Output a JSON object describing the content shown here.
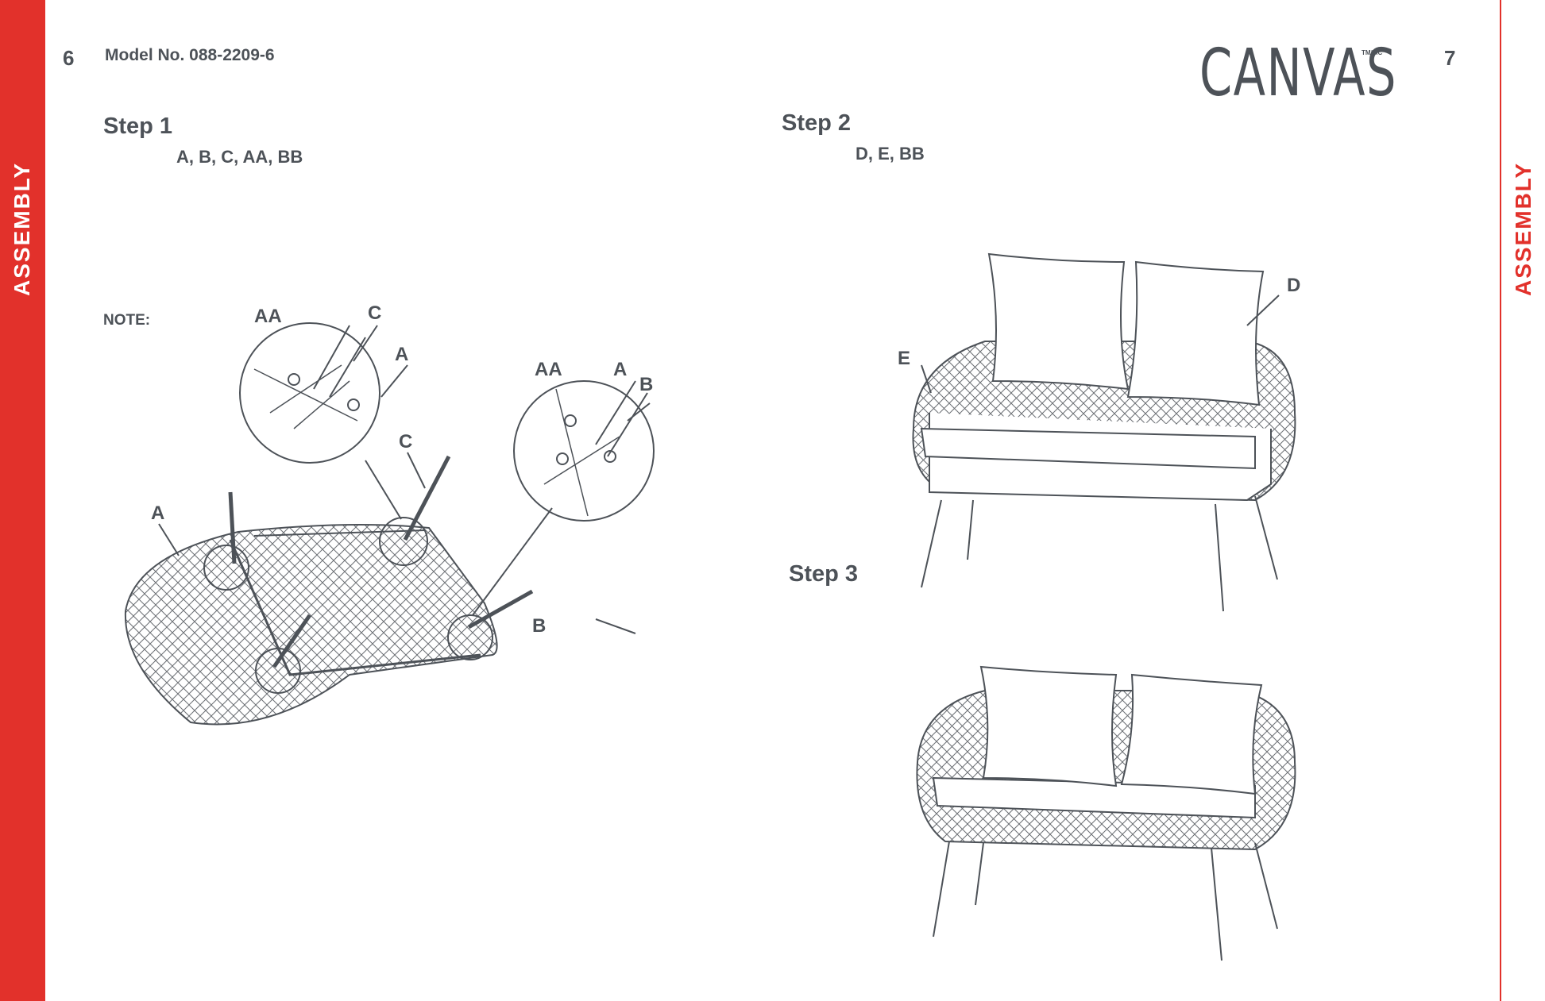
{
  "pages": {
    "left_number": "6",
    "right_number": "7"
  },
  "header": {
    "model": "Model No. 088-2209-6"
  },
  "side_tabs": {
    "left_label": "ASSEMBLY",
    "right_label": "ASSEMBLY",
    "accent_color": "#e2312b"
  },
  "brand": {
    "logo": "CANVAS",
    "trademark": "TM/MC"
  },
  "step1": {
    "title": "Step 1",
    "parts": "A, B, C, AA, BB",
    "note_label": "NOTE:",
    "callouts": {
      "zoom1_aa": "AA",
      "zoom1_c": "C",
      "zoom1_a": "A",
      "leg_c": "C",
      "frame_a": "A",
      "zoom2_aa": "AA",
      "zoom2_a": "A",
      "zoom2_b": "B",
      "leg_b": "B"
    }
  },
  "step2": {
    "title": "Step 2",
    "parts": "D, E, BB",
    "callouts": {
      "pillow_d": "D",
      "cushion_e": "E"
    }
  },
  "step3": {
    "title": "Step 3"
  }
}
